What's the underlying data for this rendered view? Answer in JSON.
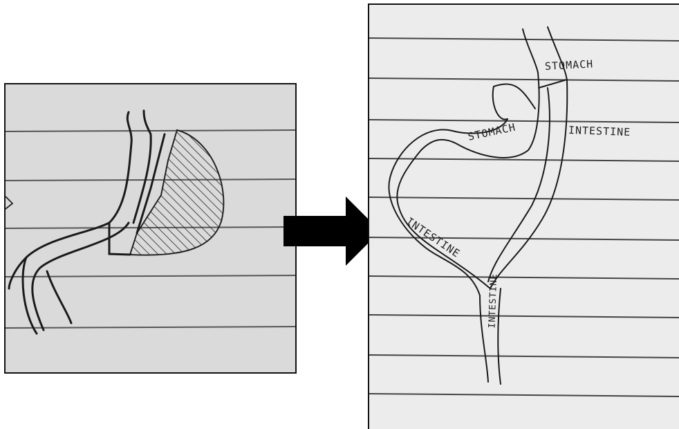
{
  "left_sketch": {
    "description_icon": "stomach-sketch"
  },
  "right_sketch": {
    "labels": {
      "stomach_top": "STOMACH",
      "stomach_pouch": "STOMACH",
      "intestine_right": "INTESTINE",
      "intestine_left": "INTESTINE",
      "intestine_bottom": "INTESTINE"
    }
  },
  "arrow": {
    "icon": "right-arrow-icon",
    "color": "#000000"
  },
  "colors": {
    "ink": "#1a1a1a",
    "paper_left": "#dadada",
    "paper_right": "#ececec",
    "rule_line": "#555555"
  }
}
